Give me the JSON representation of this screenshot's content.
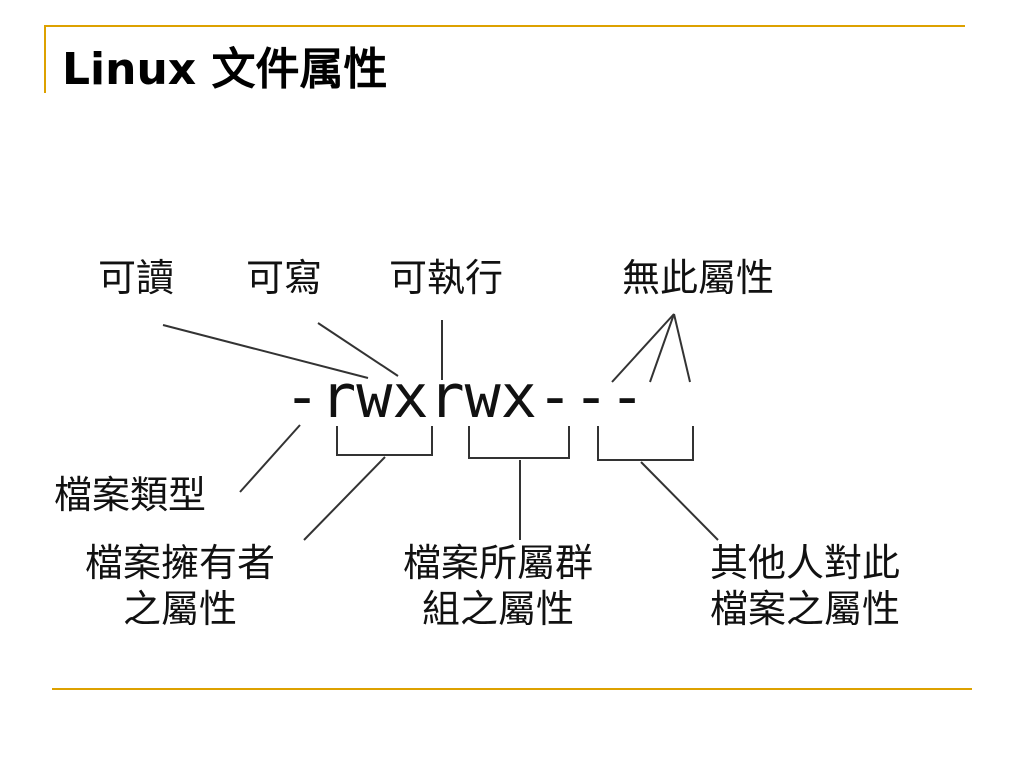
{
  "slide": {
    "title": "Linux 文件属性",
    "accent_color": "#DDA100"
  },
  "diagram": {
    "permission_string": "-rwxrwx---",
    "top_labels": {
      "read": "可讀",
      "write": "可寫",
      "execute": "可執行",
      "none": "無此屬性"
    },
    "file_type": "檔案類型",
    "owner": [
      "檔案擁有者",
      "之屬性"
    ],
    "group": [
      "檔案所屬群",
      "組之屬性"
    ],
    "others": [
      "其他人對此",
      "檔案之屬性"
    ]
  }
}
